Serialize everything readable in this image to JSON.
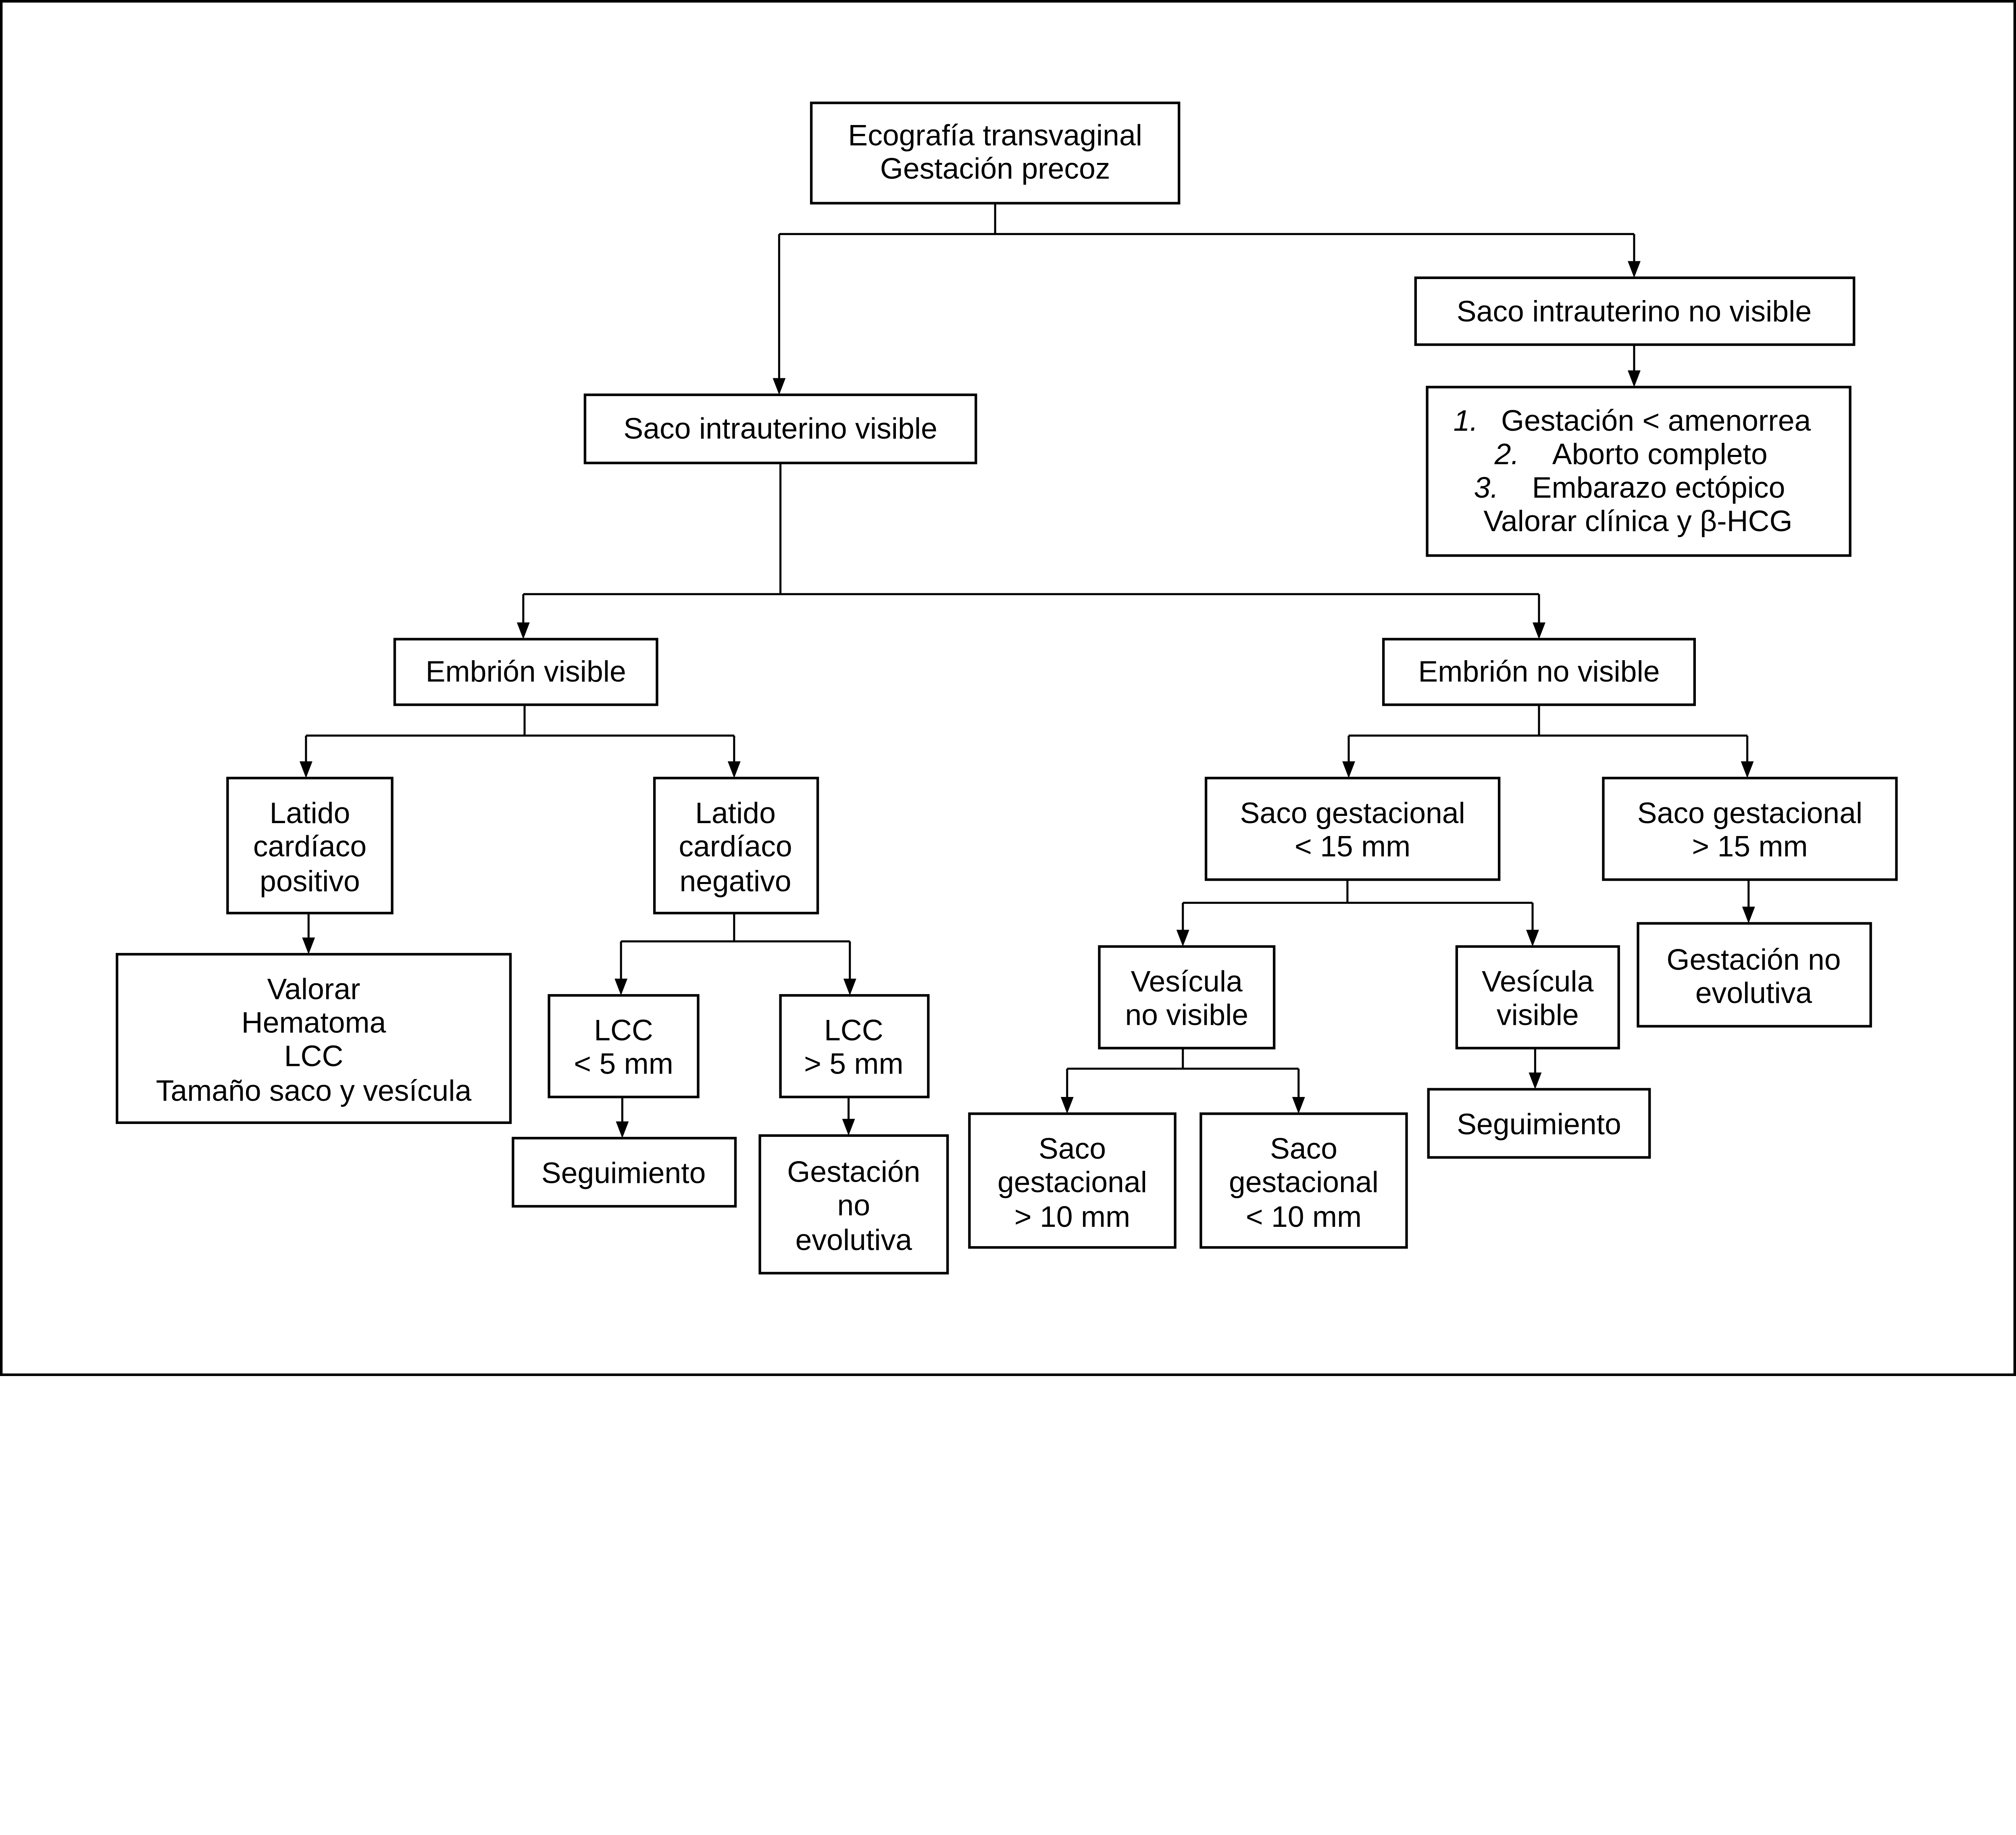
{
  "nodes": {
    "root": [
      "Ecografía transvaginal",
      "Gestación precoz"
    ],
    "saco_no_visible": [
      "Saco intrauterino no visible"
    ],
    "no_visible_options": {
      "items": [
        {
          "num": "1.",
          "text": "Gestación < amenorrea"
        },
        {
          "num": "2.",
          "text": "Aborto completo"
        },
        {
          "num": "3.",
          "text": "Embarazo ectópico"
        }
      ],
      "footer": "Valorar clínica y β-HCG"
    },
    "saco_visible": [
      "Saco intrauterino visible"
    ],
    "embrion_visible": [
      "Embrión visible"
    ],
    "embrion_no_visible": [
      "Embrión no visible"
    ],
    "latido_positivo": [
      "Latido",
      "cardíaco",
      "positivo"
    ],
    "latido_negativo": [
      "Latido",
      "cardíaco",
      "negativo"
    ],
    "saco_menor_15": [
      "Saco gestacional",
      "< 15 mm"
    ],
    "saco_mayor_15": [
      "Saco gestacional",
      "> 15 mm"
    ],
    "valorar": [
      "Valorar",
      "Hematoma",
      "LCC",
      "Tamaño saco y vesícula"
    ],
    "lcc_menor_5": [
      "LCC",
      "< 5 mm"
    ],
    "lcc_mayor_5": [
      "LCC",
      "> 5 mm"
    ],
    "vesicula_no_visible": [
      "Vesícula",
      "no visible"
    ],
    "vesicula_visible": [
      "Vesícula",
      "visible"
    ],
    "gestacion_no_evolutiva_right": [
      "Gestación no",
      "evolutiva"
    ],
    "seguimiento_left": [
      "Seguimiento"
    ],
    "gestacion_no_evolutiva_mid": [
      "Gestación",
      "no",
      "evolutiva"
    ],
    "saco_mayor_10": [
      "Saco",
      "gestacional",
      "> 10 mm"
    ],
    "saco_menor_10": [
      "Saco",
      "gestacional",
      "< 10 mm"
    ],
    "seguimiento_right": [
      "Seguimiento"
    ]
  }
}
